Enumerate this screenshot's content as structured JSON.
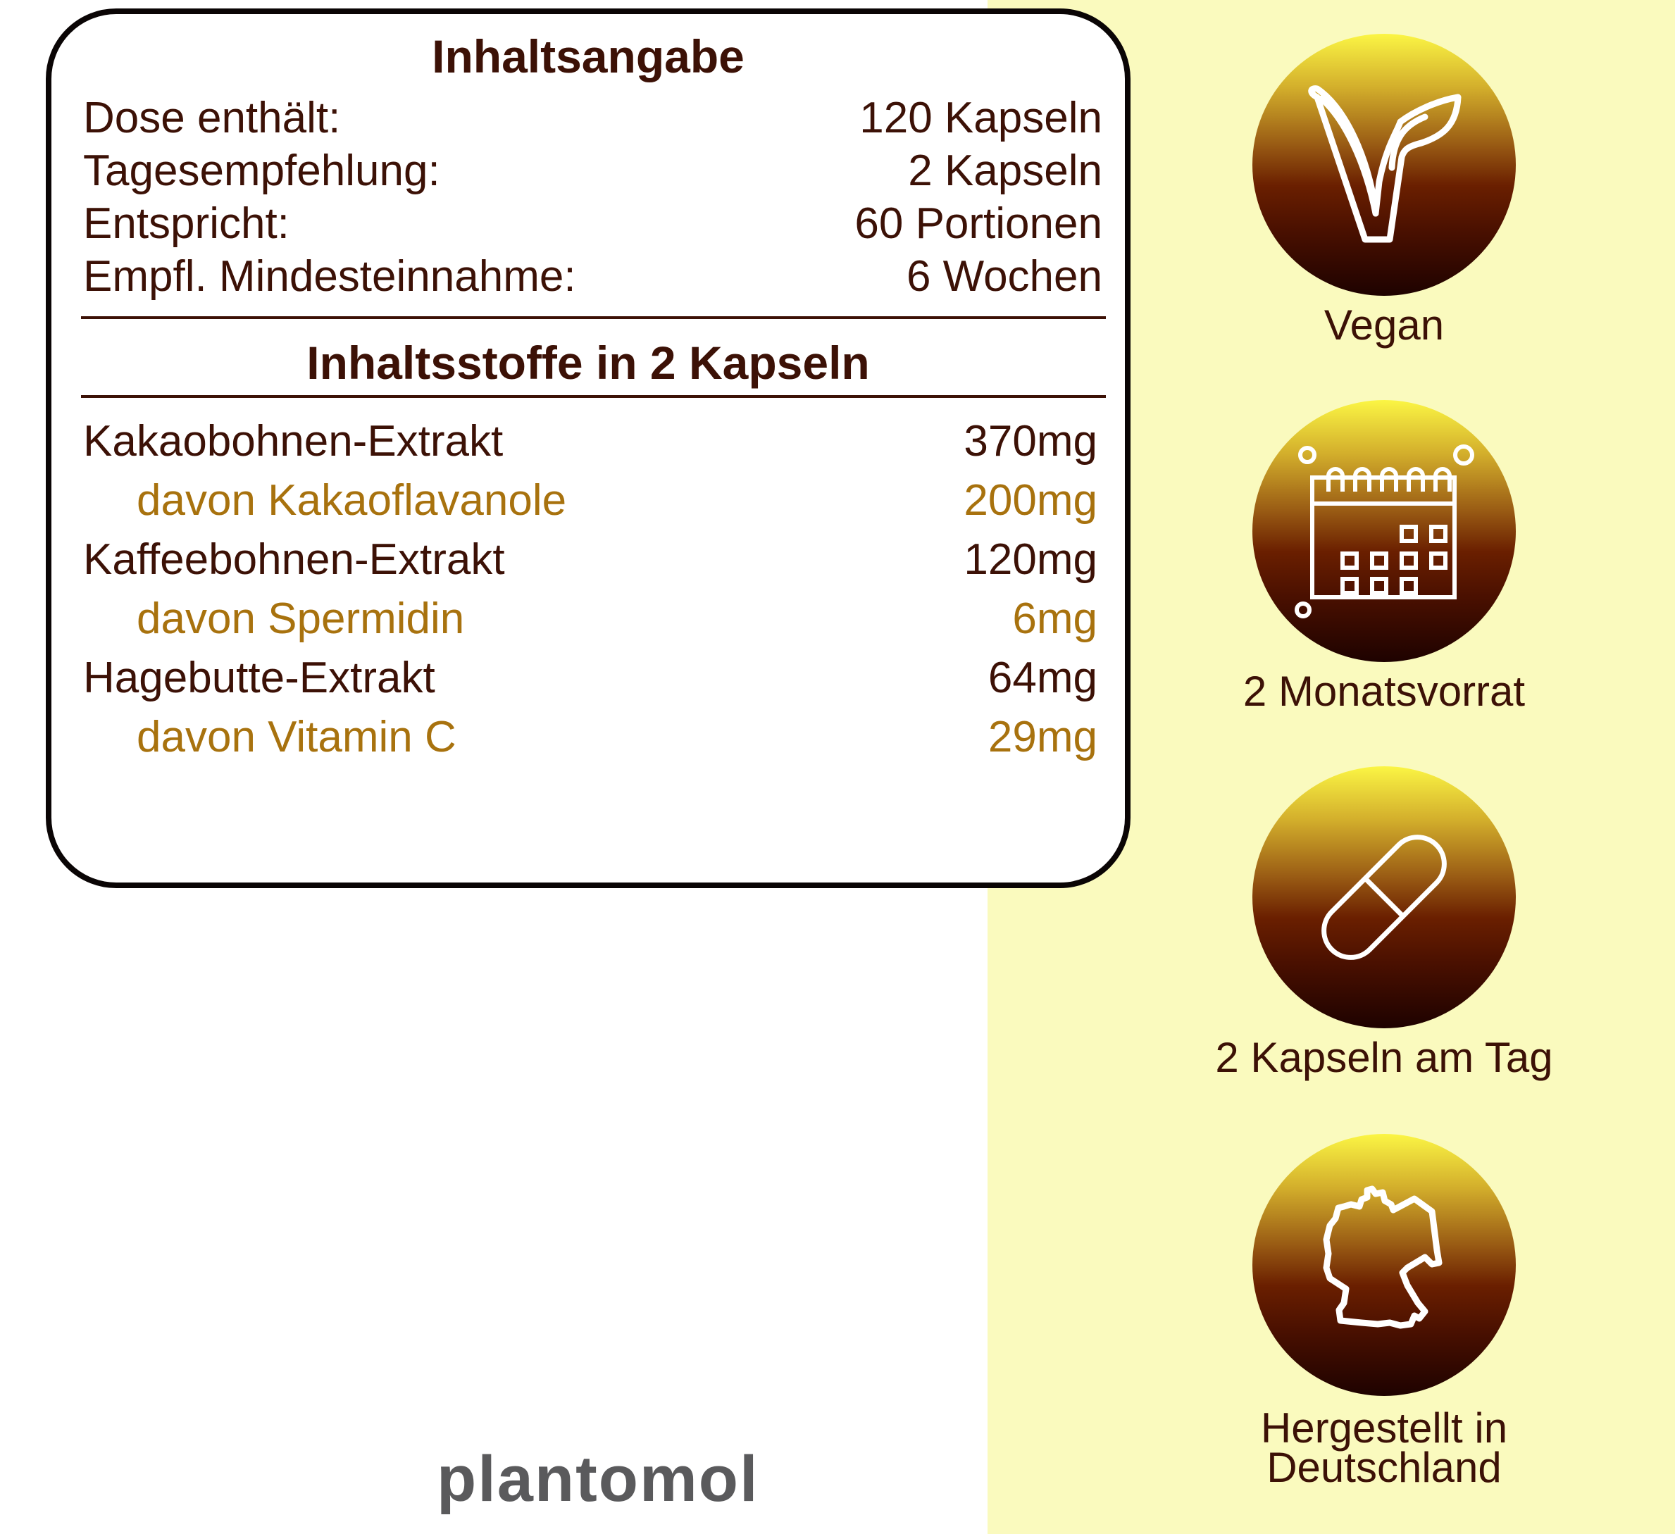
{
  "colors": {
    "text_dark": "#3c1106",
    "text_gold": "#a8720e",
    "panel_yellow": "#fafabe",
    "logo_gray": "#5a5a5c",
    "badge_gradient": [
      "#fbf544",
      "#9a5c14",
      "#6a1f00",
      "#1e0200"
    ]
  },
  "card": {
    "title": "Inhaltsangabe",
    "specs": [
      {
        "label": "Dose enthält:",
        "value": "120 Kapseln"
      },
      {
        "label": "Tagesempfehlung:",
        "value": "2 Kapseln"
      },
      {
        "label": "Entspricht:",
        "value": "60 Portionen"
      },
      {
        "label": "Empfl. Mindesteinnahme:",
        "value": "6 Wochen"
      }
    ],
    "ingredients_title": "Inhaltsstoffe in 2 Kapseln",
    "ingredients": [
      {
        "label": "Kakaobohnen-Extrakt",
        "value": "370mg",
        "sub": false
      },
      {
        "label": "davon Kakaoflavanole",
        "value": "200mg",
        "sub": true
      },
      {
        "label": "Kaffeebohnen-Extrakt",
        "value": "120mg",
        "sub": false
      },
      {
        "label": "davon Spermidin",
        "value": "6mg",
        "sub": true
      },
      {
        "label": "Hagebutte-Extrakt",
        "value": "64mg",
        "sub": false
      },
      {
        "label": "davon Vitamin C",
        "value": "29mg",
        "sub": true
      }
    ]
  },
  "logo": {
    "text": "plantomol"
  },
  "features": [
    {
      "icon": "vegan-leaf-icon",
      "label": "Vegan"
    },
    {
      "icon": "calendar-icon",
      "label": "2 Monatsvorrat"
    },
    {
      "icon": "capsule-icon",
      "label": "2 Kapseln am Tag"
    },
    {
      "icon": "germany-map-icon",
      "label_line1": "Hergestellt in",
      "label_line2": "Deutschland"
    }
  ]
}
